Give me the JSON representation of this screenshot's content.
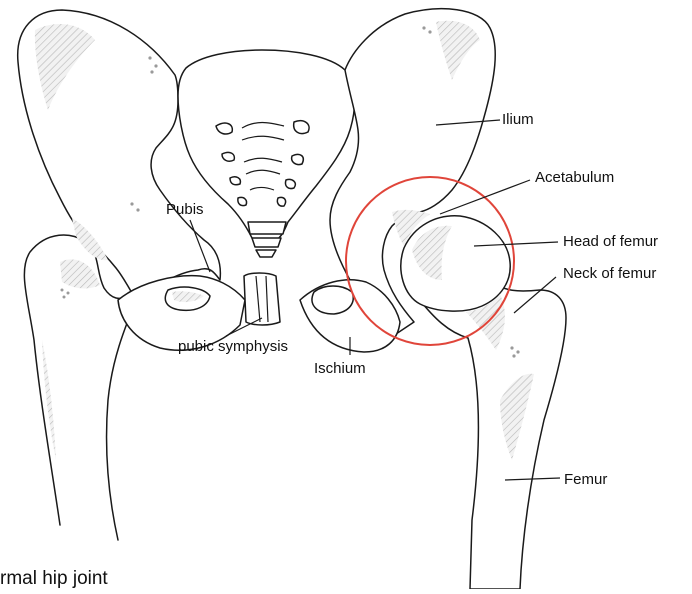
{
  "caption": "rmal hip joint",
  "labels": {
    "ilium": "Ilium",
    "acetabulum": "Acetabulum",
    "head_of_femur": "Head of femur",
    "neck_of_femur": "Neck of femur",
    "pubis": "Pubis",
    "pubic_symphysis": "pubic symphysis",
    "ischium": "Ischium",
    "femur": "Femur"
  },
  "highlight": {
    "shape": "circle",
    "color": "#e0453a",
    "marks": "hip-joint"
  }
}
